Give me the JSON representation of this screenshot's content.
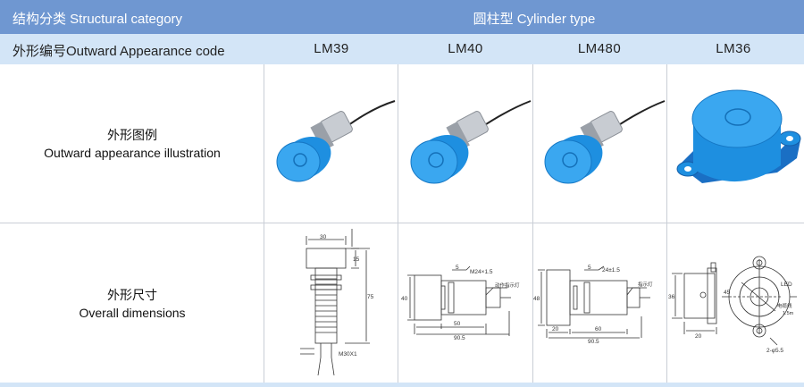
{
  "header": {
    "category": "结构分类 Structural category",
    "type": "圆柱型 Cylinder type"
  },
  "codes_row": {
    "label": "外形编号Outward Appearance code",
    "codes": [
      "LM39",
      "LM40",
      "LM480",
      "LM36"
    ]
  },
  "illustration_row": {
    "label_cn": "外形图例",
    "label_en": "Outward appearance illustration"
  },
  "dimensions_row": {
    "label_cn": "外形尺寸",
    "label_en": "Overall dimensions"
  },
  "drawings": {
    "lm39": {
      "top": "30",
      "cap": "15",
      "length": "75",
      "thread": "M30X1"
    },
    "lm40": {
      "dia": "40",
      "nut": "5",
      "thread": "M24×1.5",
      "indicator": "动作指示灯",
      "nut2": "50",
      "total": "90.5"
    },
    "lm480": {
      "dia": "48",
      "nut": "5",
      "thread": "24±1.5",
      "indicator": "指示灯",
      "short": "20",
      "mid": "60",
      "total": "90.5"
    },
    "lm36": {
      "height": "36",
      "bore": "45",
      "base": "20",
      "led": "LED",
      "cable": "电缆线",
      "cable_len": "1.5m",
      "holes": "2-φ5.5"
    }
  },
  "colors": {
    "header_bg": "#6f97d1",
    "row_bg": "#d3e5f7",
    "sensor_blue": "#1e8fe0"
  }
}
